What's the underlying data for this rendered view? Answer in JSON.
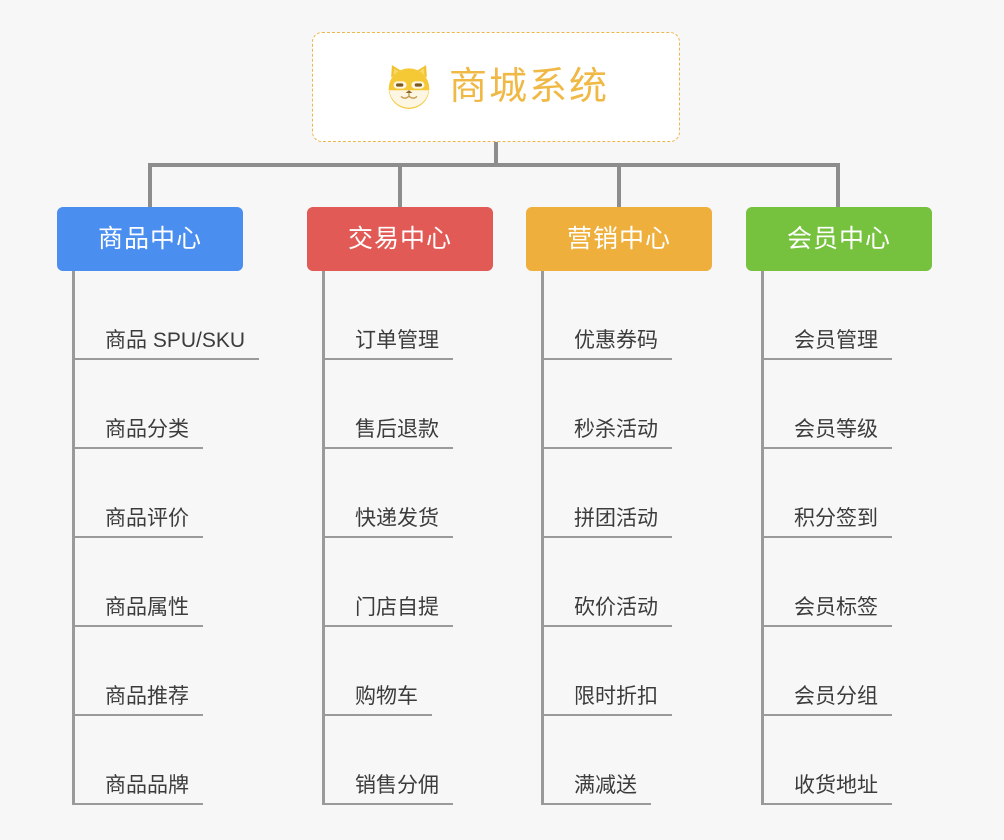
{
  "page": {
    "background_color": "#f7f7f7",
    "connector_color": "#8d8d8d",
    "leaf_line_color": "#9a9a9a",
    "leaf_text_color": "#3c3c3c"
  },
  "root": {
    "title": "商城系统",
    "icon": "shiba-dog-icon",
    "title_color": "#f0b844",
    "border_color": "#eeb64c",
    "background_color": "#ffffff"
  },
  "branches": [
    {
      "label": "商品中心",
      "color": "#4a8ef0",
      "items": [
        "商品 SPU/SKU",
        "商品分类",
        "商品评价",
        "商品属性",
        "商品推荐",
        "商品品牌"
      ]
    },
    {
      "label": "交易中心",
      "color": "#e25a56",
      "items": [
        "订单管理",
        "售后退款",
        "快递发货",
        "门店自提",
        "购物车",
        "销售分佣"
      ]
    },
    {
      "label": "营销中心",
      "color": "#eeaf3c",
      "items": [
        "优惠券码",
        "秒杀活动",
        "拼团活动",
        "砍价活动",
        "限时折扣",
        "满减送"
      ]
    },
    {
      "label": "会员中心",
      "color": "#76c23f",
      "items": [
        "会员管理",
        "会员等级",
        "积分签到",
        "会员标签",
        "会员分组",
        "收货地址"
      ]
    }
  ]
}
